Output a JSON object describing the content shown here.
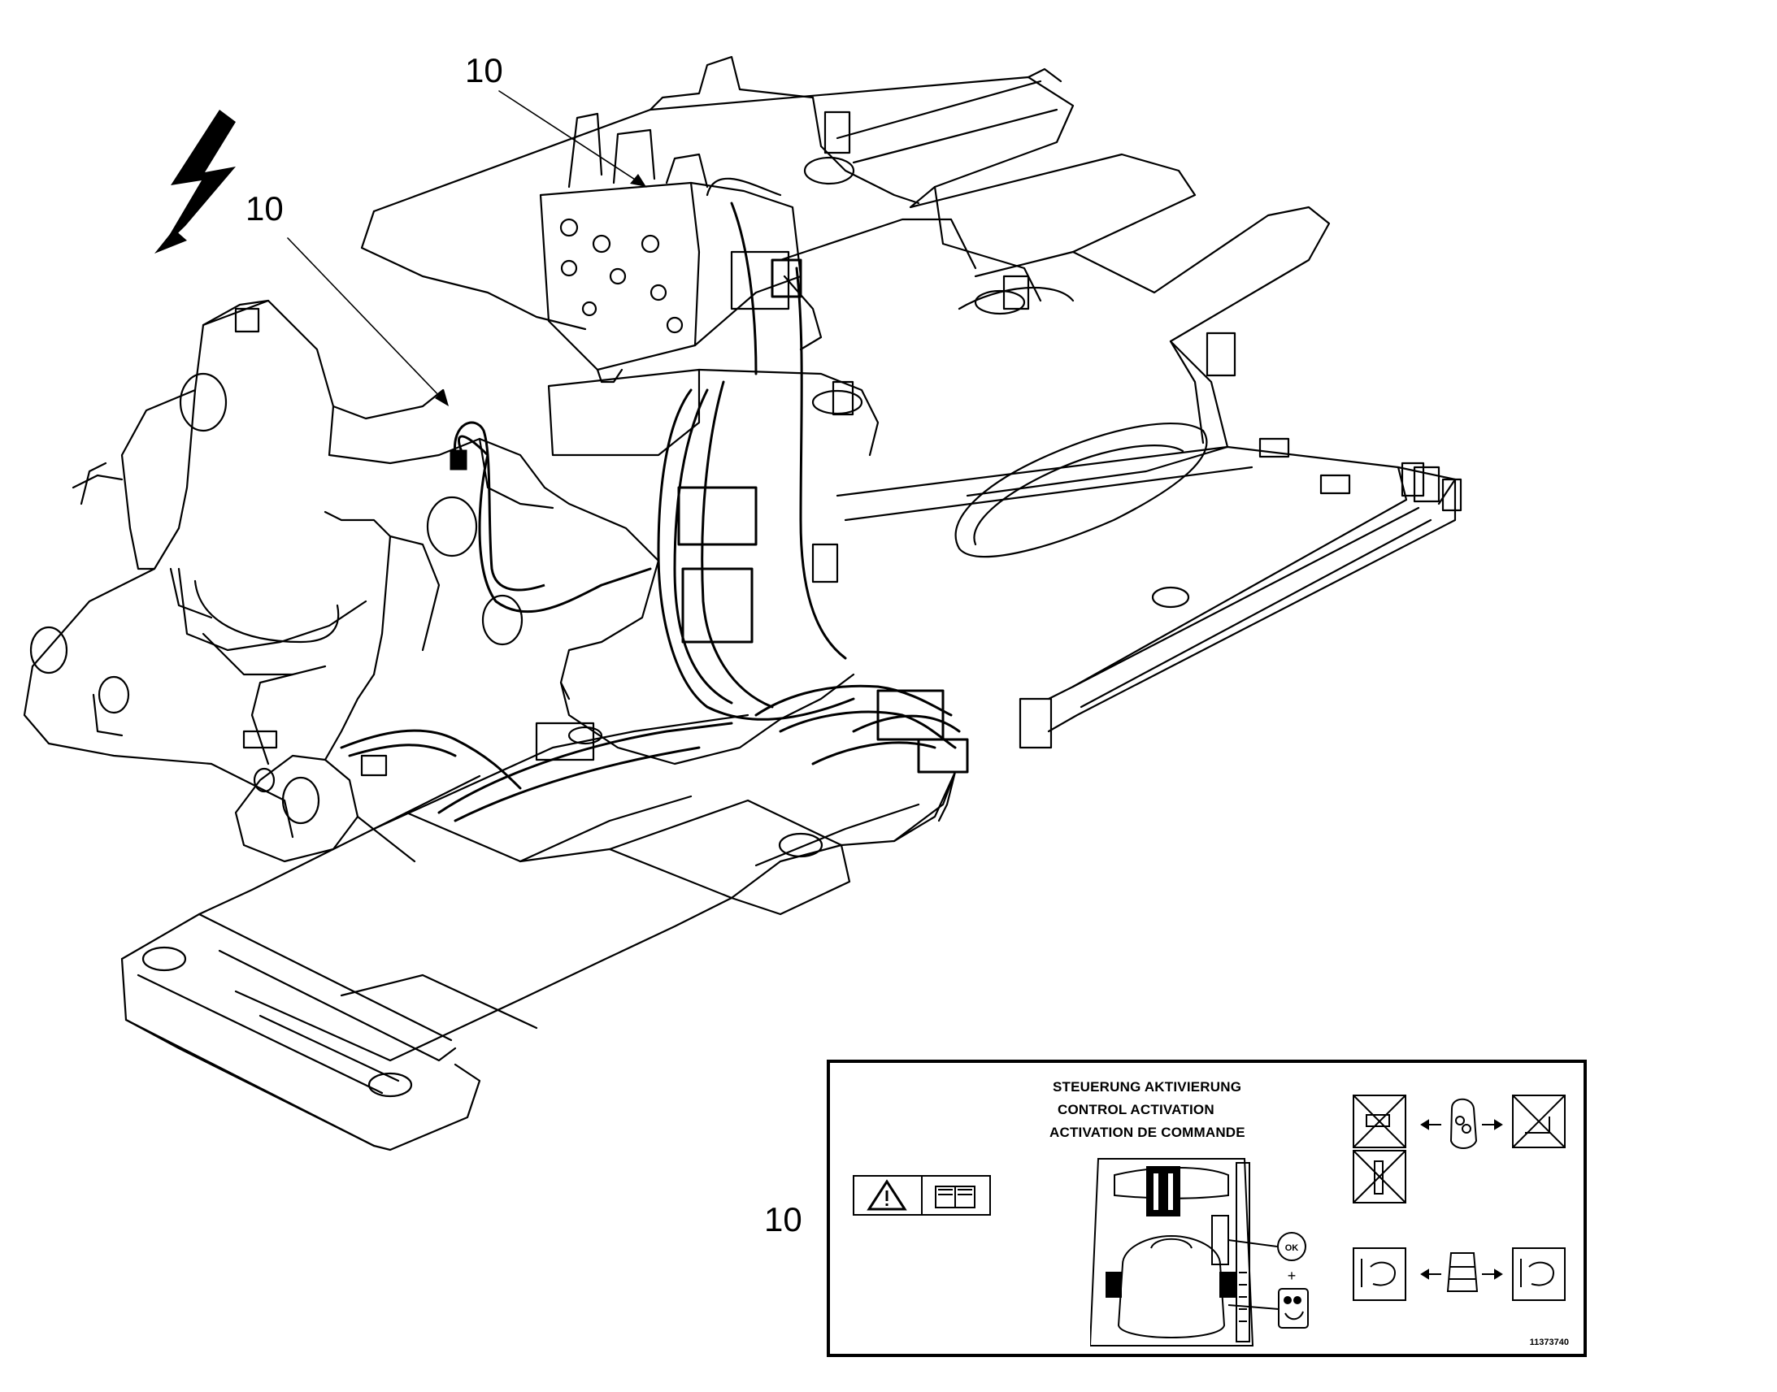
{
  "callouts": {
    "top": "10",
    "left": "10",
    "panel": "10"
  },
  "panel": {
    "title_de": "STEUERUNG AKTIVIERUNG",
    "title_en": "CONTROL ACTIVATION",
    "title_fr": "ACTIVATION DE COMMANDE",
    "ok_button": "OK",
    "plus_sign": "+",
    "part_number": "11373740"
  },
  "icons": {
    "energy": "lightning-arrow-icon",
    "warning": "warning-triangle-icon",
    "manual": "open-book-icon"
  }
}
